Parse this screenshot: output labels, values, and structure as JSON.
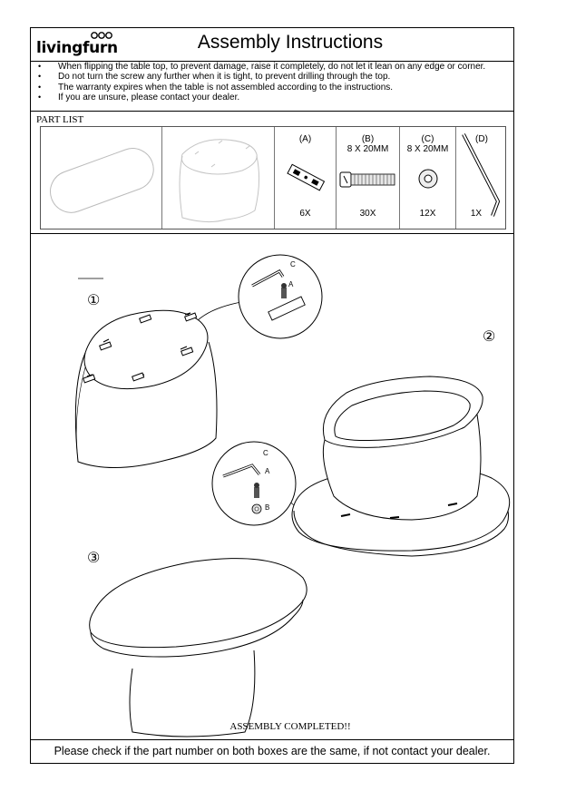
{
  "header": {
    "brand": "livingfurn",
    "title": "Assembly Instructions"
  },
  "notes": [
    "When flipping the table top, to prevent damage, raise it completely, do not let it lean on any edge or corner.",
    "Do not turn the screw any further when it is tight, to prevent drilling through the top.",
    "The warranty expires when the table is not assembled according to the instructions.",
    "If you are unsure, please contact your dealer."
  ],
  "part_list": {
    "title": "PART LIST",
    "parts": [
      {
        "code": "(A)",
        "spec": "",
        "qty": "6X"
      },
      {
        "code": "(B)",
        "spec": "8 X 20MM",
        "qty": "30X"
      },
      {
        "code": "(C)",
        "spec": "8 X 20MM",
        "qty": "12X"
      },
      {
        "code": "(D)",
        "spec": "",
        "qty": "1X"
      }
    ]
  },
  "steps": {
    "step1": "①",
    "step2": "②",
    "step3": "③"
  },
  "callouts": {
    "top_c": "C",
    "top_a": "A",
    "bottom_c": "C",
    "bottom_a": "A",
    "bottom_b": "B"
  },
  "completed": "ASSEMBLY COMPLETED!!",
  "footer": "Please check if the part number on both boxes are the same, if not contact your dealer."
}
